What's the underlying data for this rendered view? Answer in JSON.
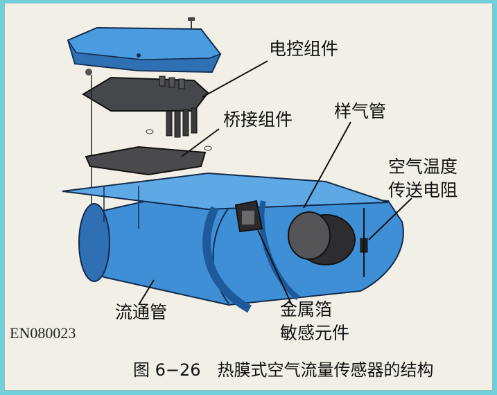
{
  "labels": {
    "ecu_assembly": "电控组件",
    "bridge_assembly": "桥接组件",
    "sample_tube": "样气管",
    "air_temp_resistor_line1": "空气温度",
    "air_temp_resistor_line2": "传送电阻",
    "flow_tube": "流通管",
    "metal_foil_line1": "金属箔",
    "metal_foil_line2": "敏感元件"
  },
  "figure_code": "EN080023",
  "caption": {
    "number": "图 6−26",
    "title": "热膜式空气流量传感器的结构"
  },
  "colors": {
    "frame_border": "#6fd0da",
    "paper": "#f2f0e6",
    "sensor_blue": "#3f8fd6",
    "sensor_blue_dark": "#1e5a99",
    "dark_part": "#3b3b3d"
  }
}
